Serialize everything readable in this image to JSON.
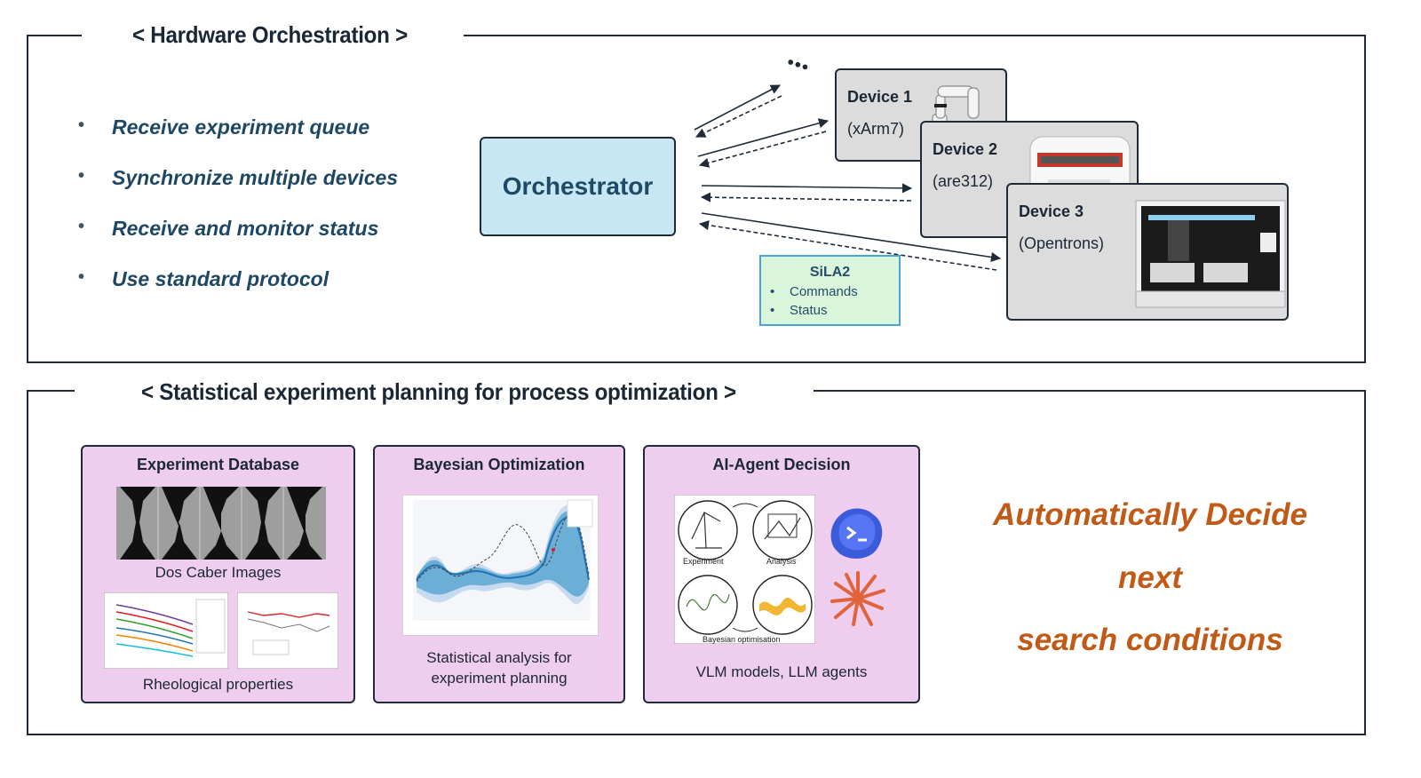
{
  "hardware": {
    "title": "< Hardware Orchestration >",
    "bullets": [
      "Receive experiment queue",
      "Synchronize multiple devices",
      "Receive and monitor status",
      "Use standard protocol"
    ],
    "orchestrator_label": "Orchestrator",
    "devices": [
      {
        "name": "Device 1",
        "model": "(xArm7)"
      },
      {
        "name": "Device 2",
        "model": "(are312)"
      },
      {
        "name": "Device 3",
        "model": "(Opentrons)"
      }
    ],
    "ellipsis": "• • •",
    "sila": {
      "title": "SiLA2",
      "items": [
        "Commands",
        "Status"
      ]
    }
  },
  "planning": {
    "title": "< Statistical experiment planning for process optimization >",
    "cards": [
      {
        "title": "Experiment Database",
        "caption1": "Dos Caber Images",
        "caption2": "Rheological properties"
      },
      {
        "title": "Bayesian Optimization",
        "caption_line1": "Statistical analysis for",
        "caption_line2": "experiment planning"
      },
      {
        "title": "AI-Agent Decision",
        "caption": "VLM models, LLM agents",
        "cycle_labels": [
          "Experiment",
          "Analysis",
          "Bayesian optimisation"
        ]
      }
    ],
    "decision_lines": [
      "Automatically Decide",
      "next",
      "search conditions"
    ]
  },
  "colors": {
    "frame": "#1f2b38",
    "orchestrator_fill": "#c7e7f5",
    "device_fill": "#dcdcdc",
    "sila_fill": "#d9f5da",
    "sila_border": "#4aa3d6",
    "card_fill": "#efcdee",
    "accent_orange": "#c05a16",
    "bullet_text": "#1e4763"
  }
}
